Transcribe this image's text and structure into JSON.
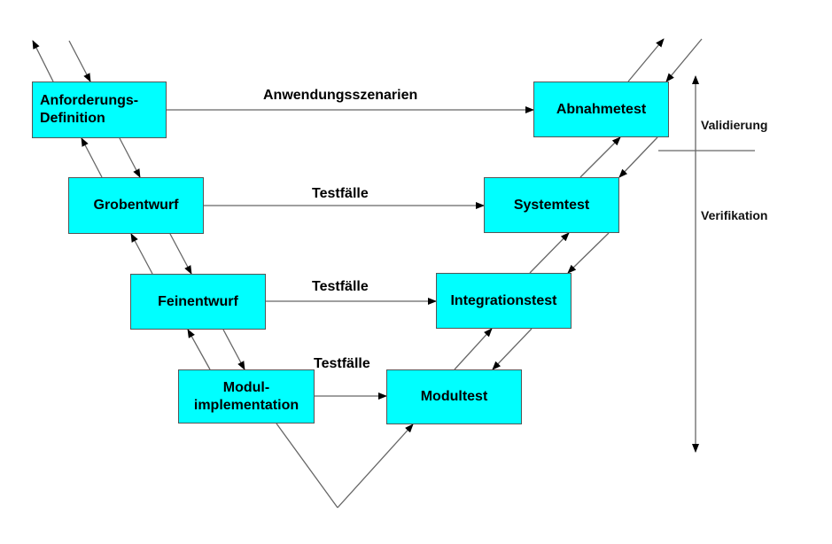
{
  "left_boxes": {
    "anforderung": {
      "line1": "Anforderungs-",
      "line2": "Definition"
    },
    "grobentwurf": "Grobentwurf",
    "feinentwurf": "Feinentwurf",
    "modul": {
      "line1": "Modul-",
      "line2": "implementation"
    }
  },
  "right_boxes": {
    "abnahmetest": "Abnahmetest",
    "systemtest": "Systemtest",
    "integrationstest": "Integrationstest",
    "modultest": "Modultest"
  },
  "connections": {
    "level1": "Anwendungsszenarien",
    "level2": "Testfälle",
    "level3": "Testfälle",
    "level4": "Testfälle"
  },
  "side_labels": {
    "validierung": "Validierung",
    "verifikation": "Verifikation"
  },
  "colors": {
    "box_fill": "#00ffff",
    "line": "#555555"
  }
}
